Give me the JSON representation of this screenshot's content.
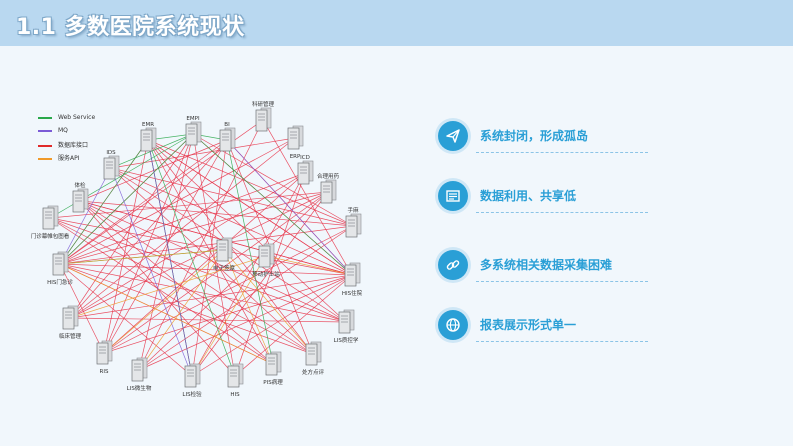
{
  "header": {
    "title": "1.1 多数医院系统现状"
  },
  "legend": [
    {
      "label": "Web Service",
      "color": "#2aa84a"
    },
    {
      "label": "MQ",
      "color": "#7b5bd6"
    },
    {
      "label": "数据库接口",
      "color": "#e02a2a"
    },
    {
      "label": "服务API",
      "color": "#f09a2a"
    }
  ],
  "systems": [
    {
      "id": "EMR",
      "label": "EMR"
    },
    {
      "id": "EMPI",
      "label": "EMPI"
    },
    {
      "id": "BI",
      "label": "BI"
    },
    {
      "id": "KY",
      "label": "科研管理"
    },
    {
      "id": "ERP",
      "label": "ERP"
    },
    {
      "id": "IDS",
      "label": "IDS"
    },
    {
      "id": "ICD",
      "label": "ICD"
    },
    {
      "id": "HLYY",
      "label": "合理用药"
    },
    {
      "id": "TJ",
      "label": "体检"
    },
    {
      "id": "SS",
      "label": "手麻"
    },
    {
      "id": "MZ",
      "label": "门诊幕帷包图看"
    },
    {
      "id": "DZBL",
      "label": "电子签章"
    },
    {
      "id": "YDHS",
      "label": "移动护士站"
    },
    {
      "id": "HISMZ",
      "label": "HIS门急诊"
    },
    {
      "id": "HISZY",
      "label": "HIS住院"
    },
    {
      "id": "LCGL",
      "label": "临床管理"
    },
    {
      "id": "LISBL",
      "label": "LIS质控学"
    },
    {
      "id": "RIS",
      "label": "RIS"
    },
    {
      "id": "CFDP",
      "label": "处方点评"
    },
    {
      "id": "LISWSW",
      "label": "LIS微生物"
    },
    {
      "id": "PIS",
      "label": "PIS病理"
    },
    {
      "id": "LISJY",
      "label": "LIS检验"
    },
    {
      "id": "HIS",
      "label": "HIS"
    }
  ],
  "features": [
    {
      "text": "系统封闭，形成孤岛",
      "icon": "paper-plane-icon"
    },
    {
      "text": "数据利用、共享低",
      "icon": "newspaper-icon"
    },
    {
      "text": "多系统相关数据采集困难",
      "icon": "link-icon"
    },
    {
      "text": "报表展示形式单一",
      "icon": "globe-icon"
    }
  ]
}
